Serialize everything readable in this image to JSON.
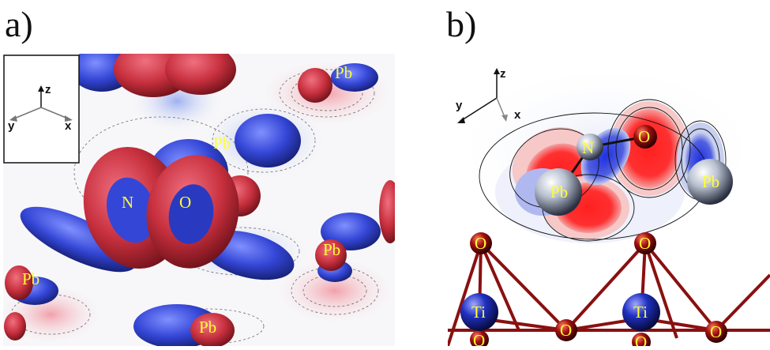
{
  "figure": {
    "panel_a": {
      "label": "a)",
      "atoms": {
        "N": "N",
        "O": "O",
        "Pb1": "Pb",
        "Pb2": "Pb",
        "Pb3": "Pb",
        "Pb4": "Pb",
        "Pb5": "Pb"
      },
      "axes": {
        "z": "z",
        "y": "y",
        "x": "x"
      }
    },
    "panel_b": {
      "label": "b)",
      "atoms": {
        "N": "N",
        "O": "O",
        "Pb1": "Pb",
        "Pb2": "Pb",
        "O1": "O",
        "O2": "O",
        "O3": "O",
        "O4": "O",
        "O5": "O",
        "O6": "O",
        "Ti1": "Ti",
        "Ti2": "Ti"
      },
      "axes": {
        "z": "z",
        "y": "y",
        "x": "x"
      }
    },
    "colors": {
      "positive": "#d8303c",
      "negative": "#3a4fd8",
      "label": "#ffff33"
    }
  }
}
